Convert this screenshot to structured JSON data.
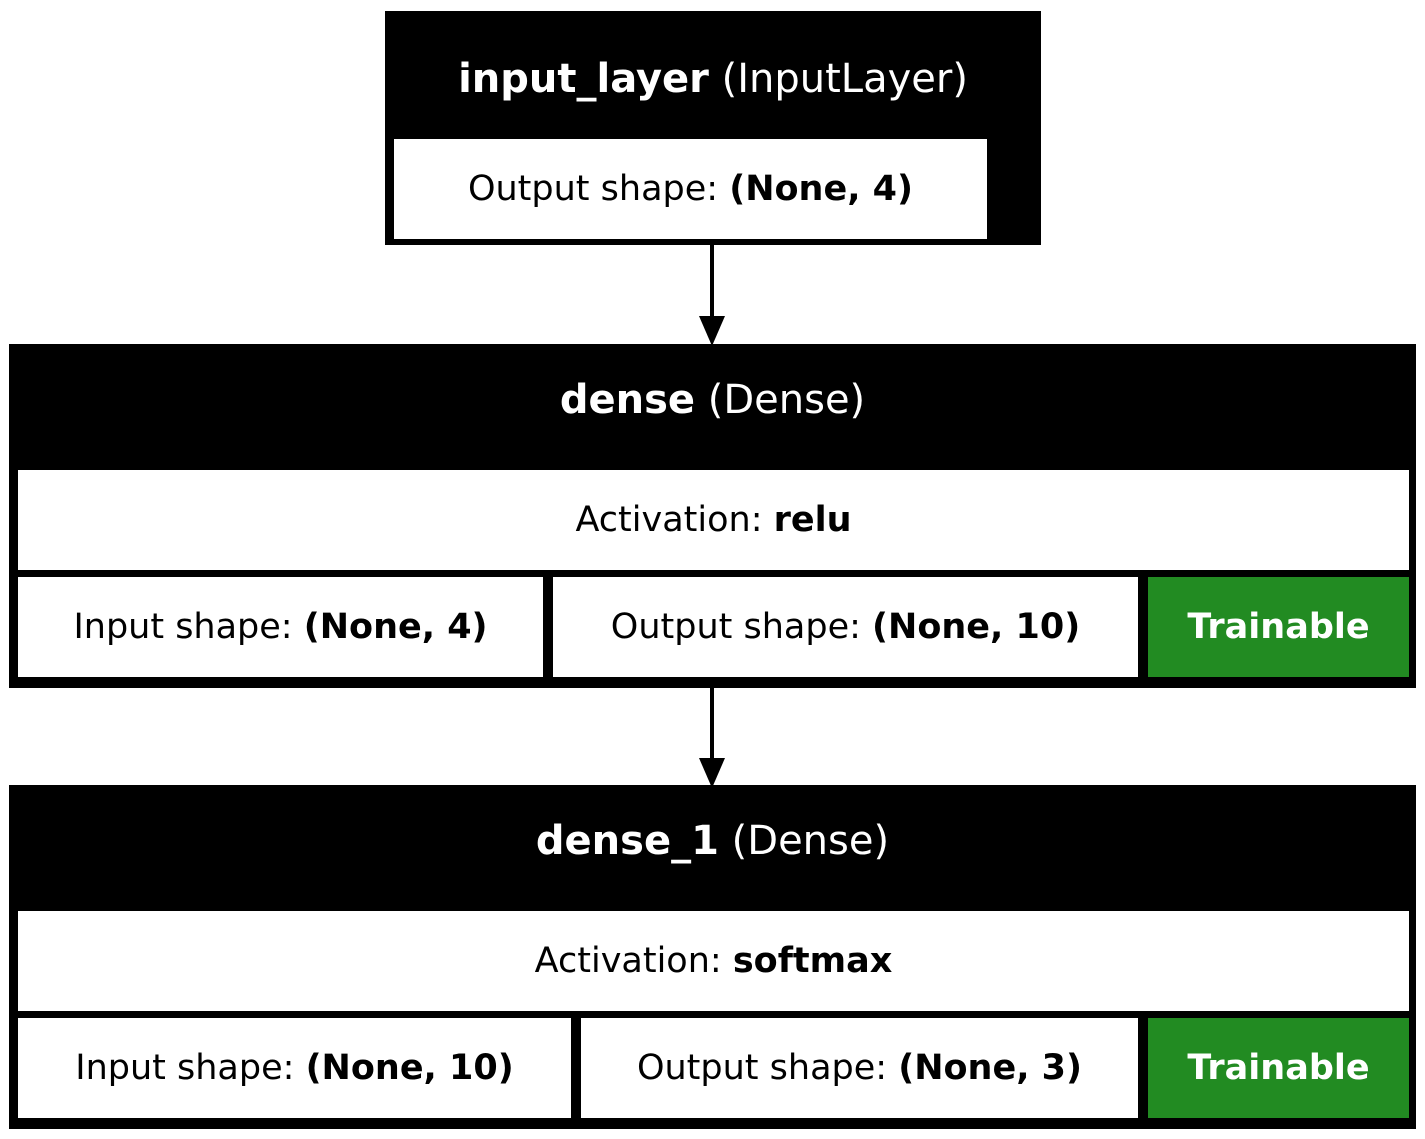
{
  "layers": [
    {
      "name": "input_layer",
      "type": "(InputLayer)",
      "output_label": "Output shape: ",
      "output_shape": "(None, 4)"
    },
    {
      "name": "dense",
      "type": "(Dense)",
      "activation_label": "Activation: ",
      "activation": "relu",
      "input_label": "Input shape: ",
      "input_shape": "(None, 4)",
      "output_label": "Output shape: ",
      "output_shape": "(None, 10)",
      "trainable": "Trainable",
      "trainable_color": "#228b22"
    },
    {
      "name": "dense_1",
      "type": "(Dense)",
      "activation_label": "Activation: ",
      "activation": "softmax",
      "input_label": "Input shape: ",
      "input_shape": "(None, 10)",
      "output_label": "Output shape: ",
      "output_shape": "(None, 3)",
      "trainable": "Trainable",
      "trainable_color": "#228b22"
    }
  ]
}
